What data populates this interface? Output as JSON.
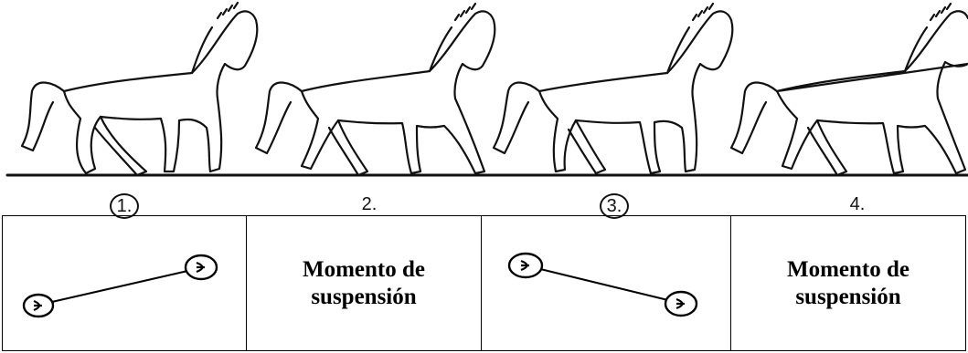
{
  "steps": [
    {
      "label": "1.",
      "circled": true
    },
    {
      "label": "2.",
      "circled": false
    },
    {
      "label": "3.",
      "circled": true
    },
    {
      "label": "4.",
      "circled": false
    }
  ],
  "table": {
    "cell2_line1": "Momento de",
    "cell2_line2": "suspensión",
    "cell4_line1": "Momento de",
    "cell4_line2": "suspensión"
  },
  "hoof_glyph": "⊃",
  "colors": {
    "line": "#000000",
    "background": "#ffffff"
  }
}
